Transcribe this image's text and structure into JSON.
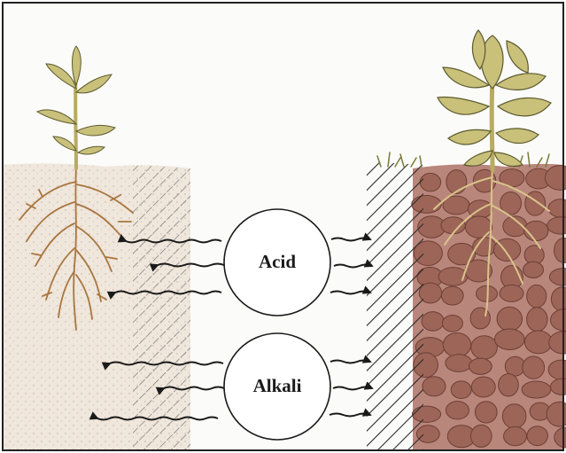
{
  "circles": [
    {
      "label": "Acid"
    },
    {
      "label": "Alkali"
    }
  ],
  "colors": {
    "sky": "#fbfbf9",
    "sandy_soil": "#efe6dc",
    "clay_soil": "#b9867c",
    "clay_clod": "#9c6558",
    "leaf": "#c9c07a",
    "leaf_vein": "#5c5a2e",
    "root": "#a8763e",
    "stem": "#b8ab62",
    "hatch": "#2a2a2a",
    "border": "#222222"
  },
  "icons": [
    "left-plant-icon",
    "right-plant-icon",
    "wavy-arrow-icon",
    "hatch-texture"
  ]
}
